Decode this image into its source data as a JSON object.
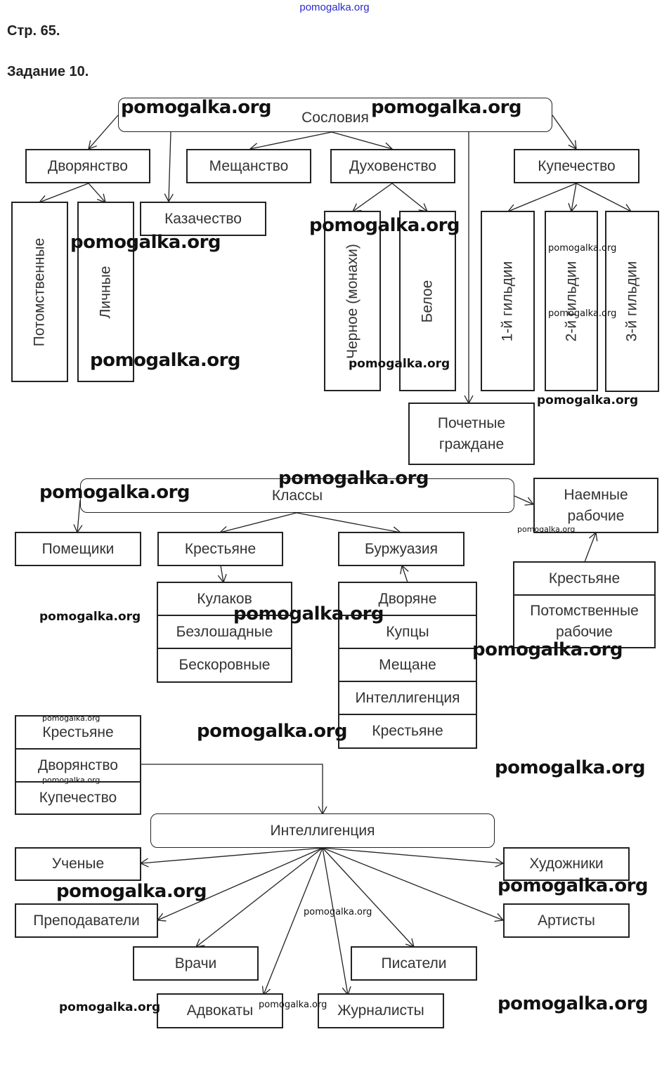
{
  "page": {
    "top_watermark": "pomogalka.org",
    "page_ref": "Стр. 65.",
    "task": "Задание 10."
  },
  "estates": {
    "root": "Сословия",
    "dvoryanstvo": "Дворянство",
    "dvoryanstvo_children": [
      "Потомственные",
      "Личные"
    ],
    "kazachestvo": "Казачество",
    "meshchanstvo": "Мещанство",
    "dukhovenstvo": "Духовенство",
    "dukhovenstvo_children": [
      "Черное (монахи)",
      "Белое"
    ],
    "kupechestvo": "Купечество",
    "kupechestvo_children": [
      "1-й гильдии",
      "2-й гильдии",
      "3-й гильдии"
    ],
    "pochetnye": "Почетные граждане"
  },
  "classes": {
    "root": "Классы",
    "pomeshchiki": "Помещики",
    "krestyane": "Крестьяне",
    "krestyane_stack": [
      "Кулаков",
      "Безлошадные",
      "Бескоровные"
    ],
    "burzhuaziya": "Буржуазия",
    "burzhuaziya_stack": [
      "Дворяне",
      "Купцы",
      "Мещане",
      "Интеллигенция",
      "Крестьяне"
    ],
    "naemnye": "Наемные рабочие",
    "naemnye_stack": [
      "Крестьяне",
      "Потомственные рабочие"
    ]
  },
  "intelligentsia": {
    "sources": [
      "Крестьяне",
      "Дворянство",
      "Купечество"
    ],
    "root": "Интеллигенция",
    "children": [
      "Ученые",
      "Художники",
      "Преподаватели",
      "Артисты",
      "Врачи",
      "Писатели",
      "Адвокаты",
      "Журналисты"
    ]
  },
  "watermarks": {
    "text": "pomogalka.org"
  }
}
